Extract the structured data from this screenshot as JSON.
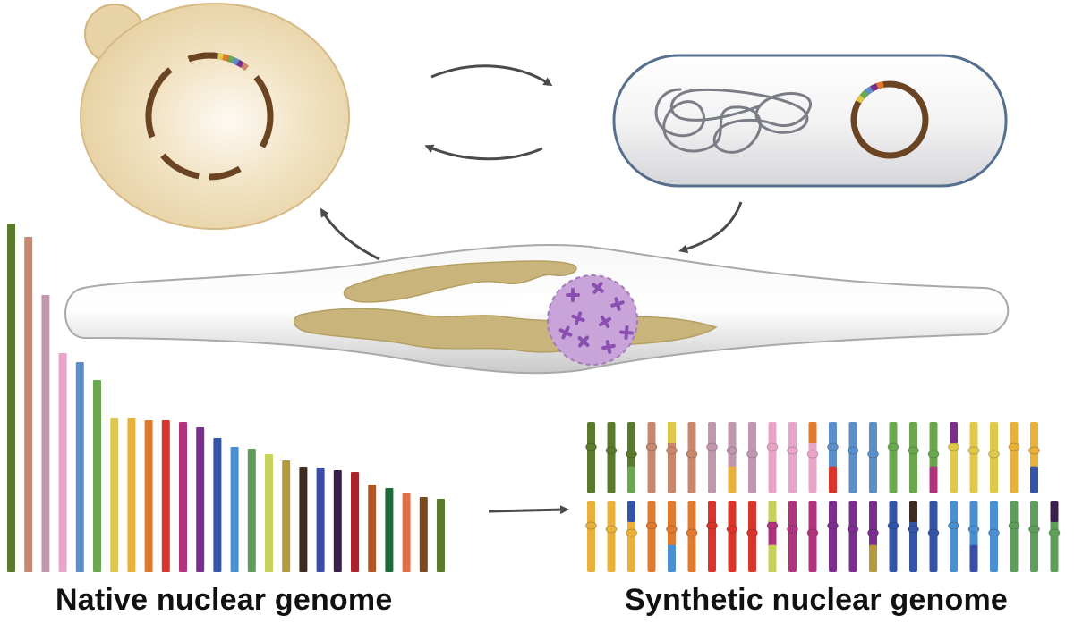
{
  "captions": {
    "native": "Native nuclear genome",
    "synthetic": "Synthetic nuclear genome"
  },
  "colors": {
    "yeast_fill": "#e9d3a4",
    "yeast_glow": "#fbf6ea",
    "plasmid_brown": "#6b4423",
    "bacterium_border": "#566f8f",
    "bacterium_fill": "#dcdcde",
    "bacterial_dna": "#7b7d86",
    "arrow": "#4a4a4a",
    "diatom_shell": "#d8d8d8",
    "chloroplast": "#c9b57c",
    "nucleus": "#c9a4d9",
    "chromosome": "#8a4fb0"
  },
  "palette": [
    "#5a7a2c",
    "#c98770",
    "#c197b0",
    "#e8a5c8",
    "#5b8fc9",
    "#6aa84f",
    "#e0c84a",
    "#e9b03a",
    "#e07a2e",
    "#d9352a",
    "#b0337e",
    "#7a2f8e",
    "#3454a8",
    "#4a8fd0",
    "#5f9e5a",
    "#c7d25a",
    "#b59a3c",
    "#3e2a1f",
    "#3a4ea8",
    "#3a1f4a",
    "#a8232a",
    "#b8561f",
    "#1d6b36",
    "#e0704a",
    "#7a4a1f"
  ],
  "native_chromosome_lengths": [
    390,
    375,
    310,
    245,
    235,
    215,
    172,
    172,
    170,
    170,
    168,
    162,
    150,
    140,
    138,
    132,
    125,
    118,
    117,
    114,
    112,
    98,
    94,
    88,
    84,
    82
  ],
  "icons": [
    "yeast-cell-icon",
    "bacterium-icon",
    "diatom-cell-icon",
    "nucleus-icon",
    "arrow-icon"
  ]
}
